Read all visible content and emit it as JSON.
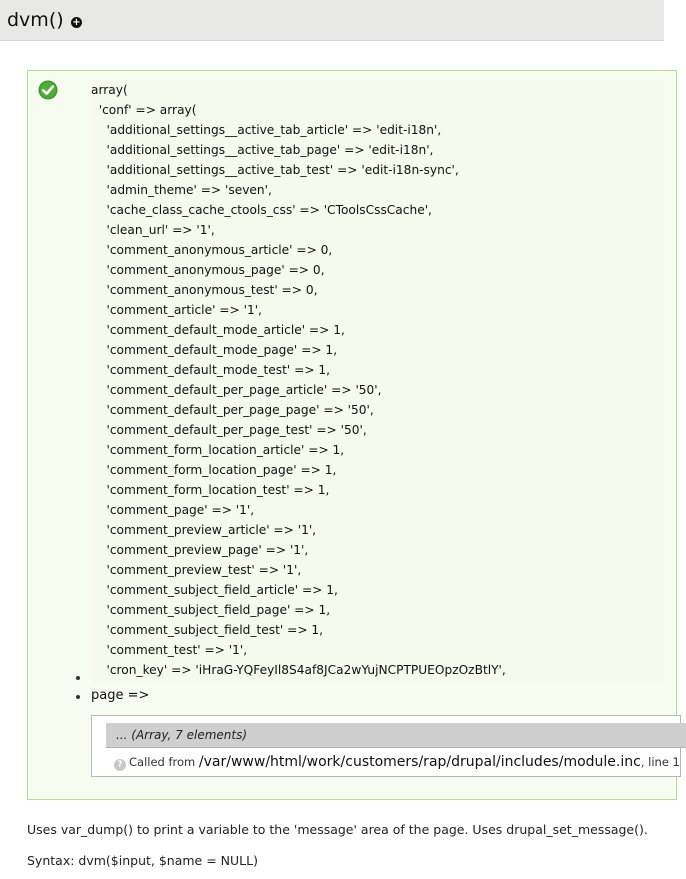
{
  "header": {
    "title": "dvm()",
    "toggle_icon": "plus-circle-icon"
  },
  "message": {
    "status": "success",
    "status_icon": "check-circle-icon",
    "accent_color": "#3a9a2a"
  },
  "dump_lines": [
    "array(",
    "  'conf' => array(",
    "    'additional_settings__active_tab_article' => 'edit-i18n',",
    "    'additional_settings__active_tab_page' => 'edit-i18n',",
    "    'additional_settings__active_tab_test' => 'edit-i18n-sync',",
    "    'admin_theme' => 'seven',",
    "    'cache_class_cache_ctools_css' => 'CToolsCssCache',",
    "    'clean_url' => '1',",
    "    'comment_anonymous_article' => 0,",
    "    'comment_anonymous_page' => 0,",
    "    'comment_anonymous_test' => 0,",
    "    'comment_article' => '1',",
    "    'comment_default_mode_article' => 1,",
    "    'comment_default_mode_page' => 1,",
    "    'comment_default_mode_test' => 1,",
    "    'comment_default_per_page_article' => '50',",
    "    'comment_default_per_page_page' => '50',",
    "    'comment_default_per_page_test' => '50',",
    "    'comment_form_location_article' => 1,",
    "    'comment_form_location_page' => 1,",
    "    'comment_form_location_test' => 1,",
    "    'comment_page' => '1',",
    "    'comment_preview_article' => '1',",
    "    'comment_preview_page' => '1',",
    "    'comment_preview_test' => '1',",
    "    'comment_subject_field_article' => 1,",
    "    'comment_subject_field_page' => 1,",
    "    'comment_subject_field_test' => 1,",
    "    'comment_test' => '1',",
    "    'cron_key' => 'iHraG-YQFeyIl8S4af8JCa2wYujNCPTPUEOpzOzBtlY',"
  ],
  "page_item": {
    "label": "page =>"
  },
  "krumo": {
    "summary": "... (Array, 7 elements)",
    "help_icon": "question-circle-icon",
    "called_from_label": "Called from",
    "path": "/var/www/html/work/customers/rap/drupal/includes/module.inc",
    "line_label": ", line 1"
  },
  "description": "Uses var_dump() to print a variable to the 'message' area of the page. Uses drupal_set_message().",
  "syntax": "Syntax: dvm($input, $name = NULL)"
}
